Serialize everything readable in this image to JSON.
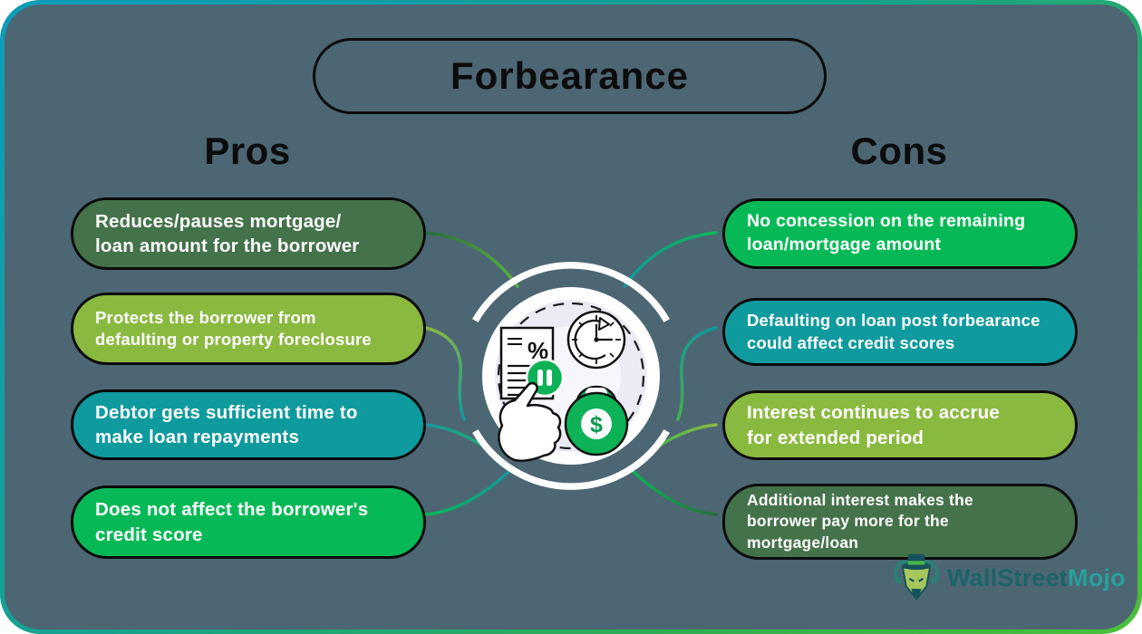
{
  "title": "Forbearance",
  "pros": {
    "heading": "Pros",
    "items": [
      {
        "text": "Reduces/pauses mortgage/\nloan amount for the borrower",
        "color": "#44724a"
      },
      {
        "text": "Protects the borrower from\ndefaulting or property foreclosure",
        "color": "#8ab93f"
      },
      {
        "text": "Debtor gets sufficient time to\nmake loan repayments",
        "color": "#0f9a9e"
      },
      {
        "text": "Does not affect the borrower's\ncredit score",
        "color": "#07b956"
      }
    ]
  },
  "cons": {
    "heading": "Cons",
    "items": [
      {
        "text": "No concession on the remaining\nloan/mortgage amount",
        "color": "#07b956"
      },
      {
        "text": "Defaulting on loan post forbearance\ncould affect credit scores",
        "color": "#0f9a9e"
      },
      {
        "text": "Interest continues to accrue\nfor extended period",
        "color": "#8ab93f"
      },
      {
        "text": "Additional interest makes the\nborrower pay more for the\nmortgage/loan",
        "color": "#44724a"
      }
    ]
  },
  "center": {
    "icons": [
      "document-percent-icon",
      "clock-history-icon",
      "pause-icon",
      "pointing-hand-icon",
      "kettlebell-dollar-icon"
    ],
    "dollar_glyph": "$",
    "percent_glyph": "%"
  },
  "logo": {
    "part1": "WallStreet",
    "part2": "Mojo"
  },
  "colors": {
    "background": "#4d6673",
    "frame_teal": "#0e9cba",
    "frame_green": "#4cc03a",
    "forest_green": "#44724a",
    "lime_green": "#8ab93f",
    "teal": "#0f9a9e",
    "bright_green": "#07b956",
    "logo_dark": "#1b6468",
    "logo_light": "#27a09a"
  }
}
